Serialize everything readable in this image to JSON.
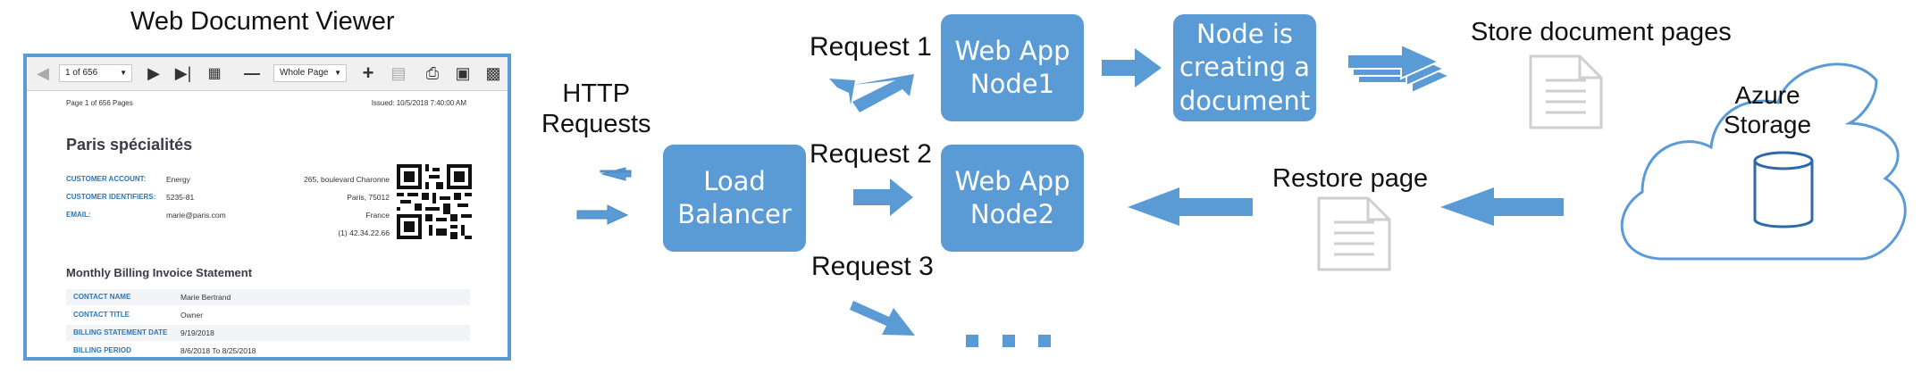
{
  "viewer": {
    "title": "Web Document Viewer",
    "toolbar": {
      "page_select": "1 of 656",
      "zoom_select": "Whole Page",
      "icons": [
        "prev-page-icon",
        "next-page-icon",
        "last-page-icon",
        "multipage-icon",
        "zoom-out-icon",
        "zoom-in-icon",
        "highlight-icon",
        "print-icon",
        "print-page-icon",
        "export-icon"
      ]
    },
    "document": {
      "page_info": "Page 1 of 656 Pages",
      "issued": "Issued: 10/5/2018 7:40:00 AM",
      "title": "Paris spécialités",
      "fields": [
        {
          "label": "CUSTOMER ACCOUNT:",
          "value": "Energy"
        },
        {
          "label": "CUSTOMER IDENTIFIERS:",
          "value": "5235-81"
        },
        {
          "label": "EMAIL:",
          "value": "marie@paris.com"
        }
      ],
      "address": [
        "265, boulevard Charonne",
        "Paris, 75012",
        "France",
        "(1) 42.34.22.66"
      ],
      "section_title": "Monthly Billing Invoice Statement",
      "table": [
        {
          "label": "CONTACT NAME",
          "value": "Marie Bertrand"
        },
        {
          "label": "CONTACT TITLE",
          "value": "Owner"
        },
        {
          "label": "BILLING STATEMENT DATE",
          "value": "9/19/2018"
        },
        {
          "label": "BILLING PERIOD",
          "value": "8/6/2018 To 8/25/2018"
        }
      ]
    }
  },
  "labels": {
    "http_requests": "HTTP\nRequests",
    "request1": "Request 1",
    "request2": "Request 2",
    "request3": "Request 3",
    "store_pages": "Store document pages",
    "restore_page": "Restore page",
    "azure_storage": "Azure\nStorage",
    "ellipsis": "..."
  },
  "nodes": {
    "load_balancer": "Load\nBalancer",
    "web_app_node1": "Web App\nNode1",
    "web_app_node2": "Web App\nNode2",
    "creating_doc": "Node is\ncreating a\ndocument"
  },
  "colors": {
    "accent": "#5b9bd5",
    "arrow": "#5b9bd5",
    "doc_icon": "#cfcfcf"
  }
}
